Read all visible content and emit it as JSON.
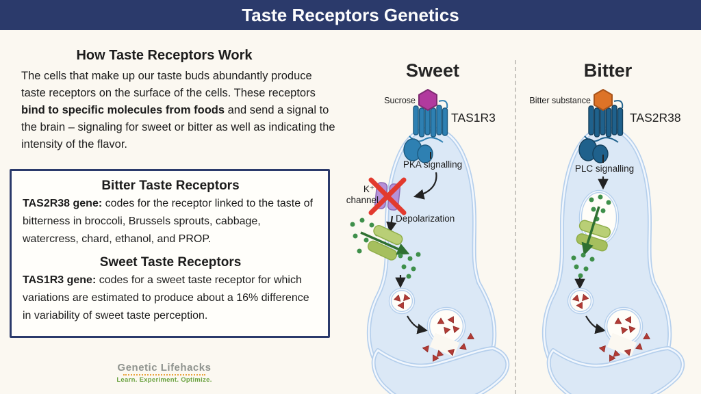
{
  "header": {
    "title": "Taste Receptors Genetics"
  },
  "intro": {
    "heading": "How Taste Receptors Work",
    "para_pre": "The cells that make up our taste buds abundantly produce taste receptors on the surface of the cells. These receptors ",
    "para_bold": "bind to specific molecules from foods",
    "para_post": " and send a signal to the brain – signaling for sweet or bitter as well as indicating the intensity of the flavor."
  },
  "info_box": {
    "bitter": {
      "heading": "Bitter Taste Receptors",
      "gene_label": "TAS2R38 gene:",
      "text": " codes for the receptor linked to the taste of bitterness in broccoli, Brussels sprouts, cabbage, watercress, chard, ethanol, and PROP."
    },
    "sweet": {
      "heading": "Sweet Taste Receptors",
      "gene_label": "TAS1R3 gene:",
      "text": " codes for a sweet taste receptor for which variations are estimated to produce about a 16% difference in variability of sweet taste perception."
    }
  },
  "logo": {
    "name": "Genetic Lifehacks",
    "tagline": "Learn. Experiment. Optimize."
  },
  "diagrams": {
    "sweet": {
      "heading": "Sweet",
      "ligand_label": "Sucrose",
      "receptor_label": "TAS1R3",
      "signal_label": "PKA signalling",
      "channel_label_line1": "K⁺",
      "channel_label_line2": "channel",
      "depolarization_label": "Depolarization"
    },
    "bitter": {
      "heading": "Bitter",
      "ligand_label": "Bitter substance",
      "receptor_label": "TAS2R38",
      "signal_label": "PLC signalling"
    }
  },
  "colors": {
    "header-bg": "#2b3a6b",
    "page-bg": "#fbf8f1",
    "box-bg": "#fffefa",
    "box-border": "#2b3a6b",
    "text": "#1c1c1c",
    "membrane": "#b5cfec",
    "cell-fill": "#dbe8f6",
    "membrane-gap": "#f2f7fd",
    "sweet-receptor": "#2e80b2",
    "sweet-receptor-dark": "#1c5a80",
    "bitter-receptor": "#1f618c",
    "bitter-receptor-dark": "#143f5c",
    "sucrose": "#b13a9e",
    "sucrose-dark": "#7e2b72",
    "bitter-ligand": "#dd7327",
    "bitter-ligand-dark": "#a8531a",
    "k-channel": "#b691d8",
    "k-channel-dark": "#8d6bb3",
    "red-x": "#e23a2e",
    "green-channel": "#b9cf76",
    "green-channel-dark": "#8fae4a",
    "green-dot": "#3e8f4a",
    "green-arrow": "#2f7031",
    "triangle": "#b23b35",
    "triangle-dark": "#8f2b27",
    "arrow": "#222222",
    "divider": "#c8c5bf",
    "logo-gray": "#8f938e",
    "logo-green": "#6aa23f",
    "logo-orange": "#e8a33d"
  }
}
